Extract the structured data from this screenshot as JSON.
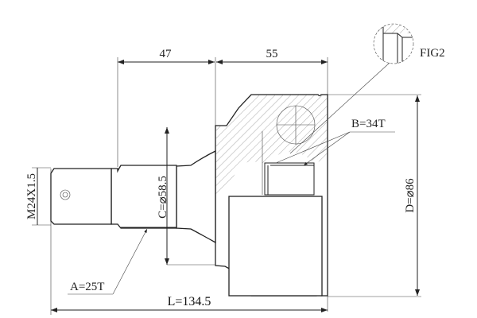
{
  "drawing": {
    "dim_shaft_length": "47",
    "dim_bell_length": "55",
    "thread": "M24X1.5",
    "spline_outer": "A=25T",
    "spline_inner": "B=34T",
    "seal_diameter": "C=⌀58.5",
    "bell_diameter": "D=⌀86",
    "total_length": "L=134.5",
    "detail_label": "FIG2"
  }
}
